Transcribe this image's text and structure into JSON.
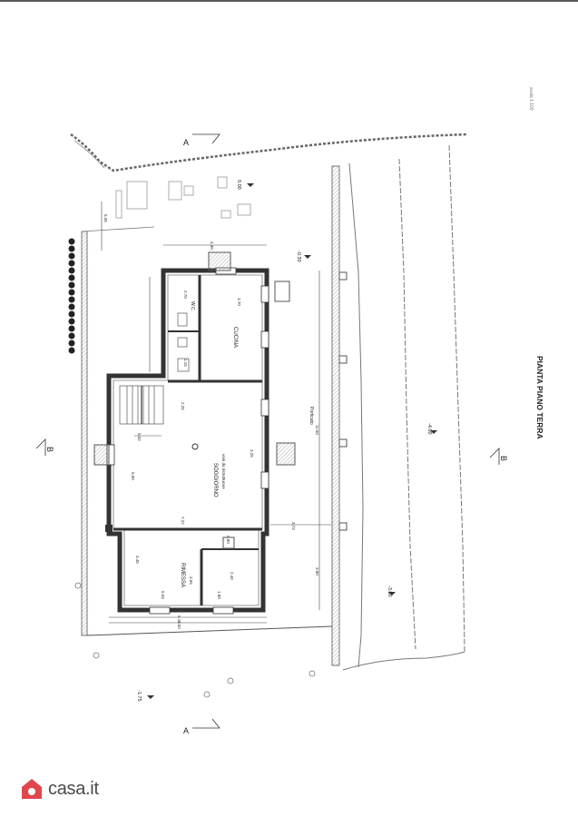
{
  "plan": {
    "title": "PIANTA PIANO TERRA",
    "scale": "scala 1:100",
    "rooms": {
      "soggiorno": "SOGGIORNO",
      "soggiorno_sub": "vani da ristrutturare",
      "cucina": "CUCINA",
      "wc": "W.C.",
      "rimessa": "RIMESSA",
      "porch": "Porticato"
    },
    "section_marks": {
      "top": "A",
      "left": "B",
      "right": "B",
      "bottom": "A"
    },
    "levels": {
      "l_top": "0.00",
      "l_mid": "-0.30",
      "l_right_mid": "-4.00",
      "l_right_bottom": "-3.00",
      "l_bottom": "-1.75"
    },
    "dimensions": {
      "d535": "5.35",
      "d430": "4.30",
      "d270": "2.70",
      "d370": "3.70",
      "d115": "1.15",
      "d225": "2.25",
      "d200": "2.00",
      "d325": "3.25",
      "d1150": "11.50",
      "d502": "5.02",
      "d500": "5.00",
      "d722": "7.22",
      "d373": "3.73",
      "d345": "3.45",
      "d365": "3.65",
      "d240": "2.40",
      "d380": "3.80",
      "d503": "5.03",
      "d180": "1.80",
      "d612": "6.12",
      "d650": "6.50",
      "d080": "0.80"
    }
  },
  "branding": {
    "logo_text": "casa.it",
    "color": "#e0474c"
  }
}
